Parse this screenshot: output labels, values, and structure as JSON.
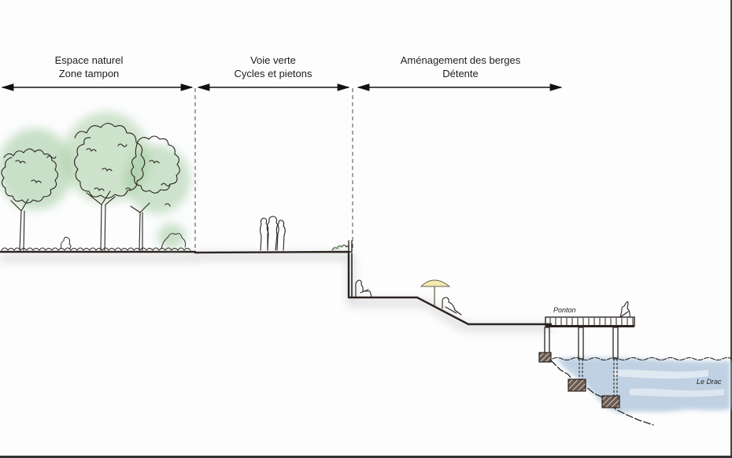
{
  "diagram": {
    "type": "landscape-cross-section",
    "zones": [
      {
        "id": "espace-naturel",
        "title": "Espace naturel",
        "subtitle": "Zone tampon"
      },
      {
        "id": "voie-verte",
        "title": "Voie verte",
        "subtitle": "Cycles et pietons"
      },
      {
        "id": "amenagement-berges",
        "title": "Aménagement des berges",
        "subtitle": "Détente"
      }
    ],
    "labels": {
      "ponton": "Ponton",
      "river": "Le Drac"
    },
    "colors": {
      "ink": "#2b2420",
      "foliage": "#9cc79a",
      "water": "#b9cde0",
      "parasol": "#f2eab0",
      "background": "#fdfdfe"
    }
  }
}
